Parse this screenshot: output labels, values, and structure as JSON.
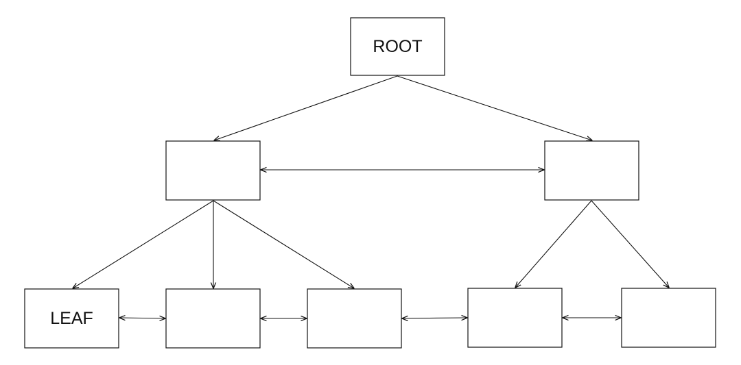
{
  "diagram": {
    "type": "tree",
    "nodes": [
      {
        "id": "root",
        "label": "ROOT"
      },
      {
        "id": "internal-left",
        "label": ""
      },
      {
        "id": "internal-right",
        "label": ""
      },
      {
        "id": "leaf-1",
        "label": "LEAF"
      },
      {
        "id": "leaf-2",
        "label": ""
      },
      {
        "id": "leaf-3",
        "label": ""
      },
      {
        "id": "leaf-4",
        "label": ""
      },
      {
        "id": "leaf-5",
        "label": ""
      }
    ],
    "edges": [
      {
        "from": "root",
        "to": "internal-left",
        "kind": "directed"
      },
      {
        "from": "root",
        "to": "internal-right",
        "kind": "directed"
      },
      {
        "from": "internal-left",
        "to": "internal-right",
        "kind": "bidirectional"
      },
      {
        "from": "internal-left",
        "to": "leaf-1",
        "kind": "directed"
      },
      {
        "from": "internal-left",
        "to": "leaf-2",
        "kind": "directed"
      },
      {
        "from": "internal-left",
        "to": "leaf-3",
        "kind": "directed"
      },
      {
        "from": "internal-right",
        "to": "leaf-4",
        "kind": "directed"
      },
      {
        "from": "internal-right",
        "to": "leaf-5",
        "kind": "directed"
      },
      {
        "from": "leaf-1",
        "to": "leaf-2",
        "kind": "bidirectional"
      },
      {
        "from": "leaf-2",
        "to": "leaf-3",
        "kind": "bidirectional"
      },
      {
        "from": "leaf-3",
        "to": "leaf-4",
        "kind": "bidirectional"
      },
      {
        "from": "leaf-4",
        "to": "leaf-5",
        "kind": "bidirectional"
      }
    ]
  }
}
